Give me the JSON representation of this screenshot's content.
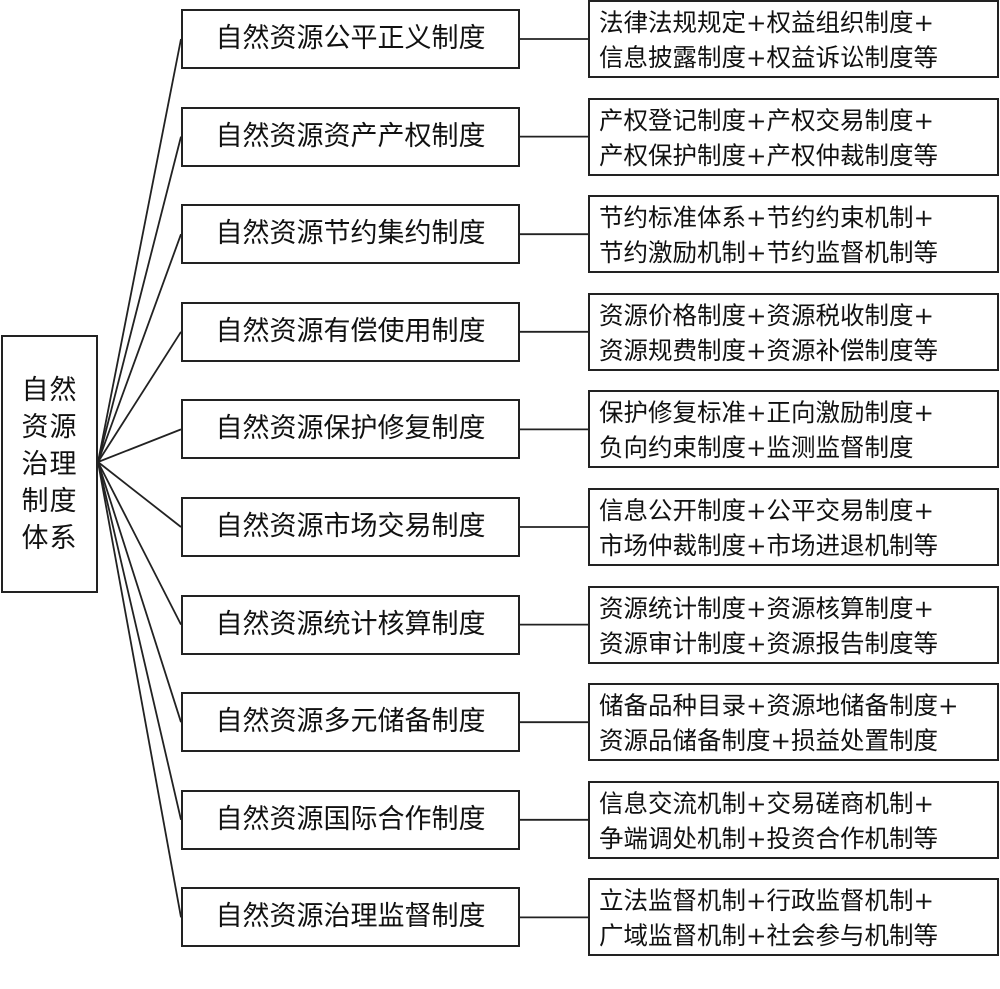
{
  "root": {
    "label": "自然资源治理制度体系"
  },
  "branches": [
    {
      "system": "自然资源公平正义制度",
      "details": [
        "法律法规规定+权益组织制度+",
        "信息披露制度+权益诉讼制度等"
      ]
    },
    {
      "system": "自然资源资产产权制度",
      "details": [
        "产权登记制度+产权交易制度+",
        "产权保护制度+产权仲裁制度等"
      ]
    },
    {
      "system": "自然资源节约集约制度",
      "details": [
        "节约标准体系+节约约束机制+",
        "节约激励机制+节约监督机制等"
      ]
    },
    {
      "system": "自然资源有偿使用制度",
      "details": [
        "资源价格制度+资源税收制度+",
        "资源规费制度+资源补偿制度等"
      ]
    },
    {
      "system": "自然资源保护修复制度",
      "details": [
        "保护修复标准+正向激励制度+",
        "负向约束制度+监测监督制度"
      ]
    },
    {
      "system": "自然资源市场交易制度",
      "details": [
        "信息公开制度+公平交易制度+",
        "市场仲裁制度+市场进退机制等"
      ]
    },
    {
      "system": "自然资源统计核算制度",
      "details": [
        "资源统计制度+资源核算制度+",
        "资源审计制度+资源报告制度等"
      ]
    },
    {
      "system": "自然资源多元储备制度",
      "details": [
        "储备品种目录+资源地储备制度+",
        "资源品储备制度+损益处置制度"
      ]
    },
    {
      "system": "自然资源国际合作制度",
      "details": [
        "信息交流机制+交易磋商机制+",
        "争端调处机制+投资合作机制等"
      ]
    },
    {
      "system": "自然资源治理监督制度",
      "details": [
        "立法监督机制+行政监督机制+",
        "广域监督机制+社会参与机制等"
      ]
    }
  ]
}
